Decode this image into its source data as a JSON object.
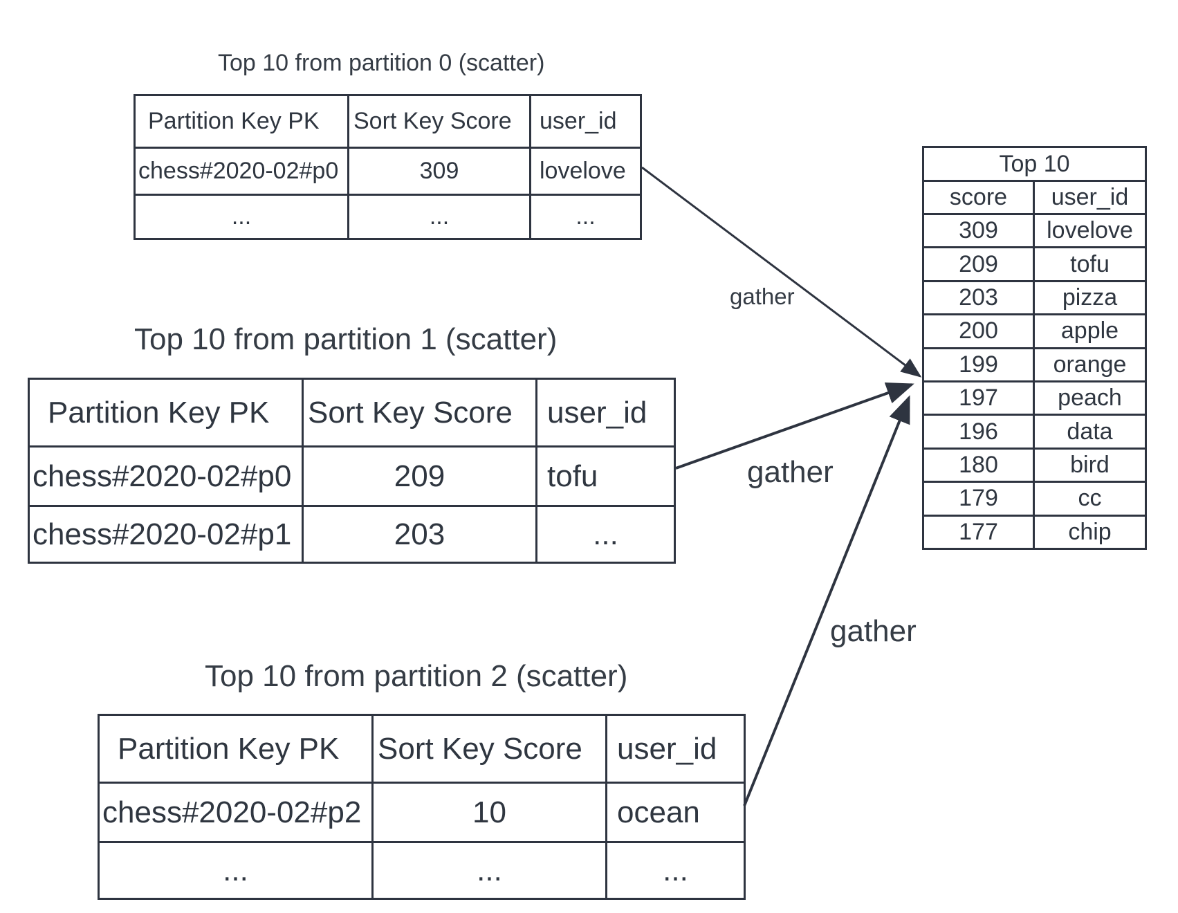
{
  "partitions": [
    {
      "title": "Top 10 from partition 0 (scatter)",
      "headers": [
        "Partition Key PK",
        "Sort Key Score",
        "user_id"
      ],
      "rows": [
        [
          "chess#2020-02#p0",
          "309",
          "lovelove"
        ],
        [
          "...",
          "...",
          "..."
        ]
      ]
    },
    {
      "title": "Top 10 from partition 1 (scatter)",
      "headers": [
        "Partition Key PK",
        "Sort Key Score",
        "user_id"
      ],
      "rows": [
        [
          "chess#2020-02#p0",
          "209",
          "tofu"
        ],
        [
          "chess#2020-02#p1",
          "203",
          "..."
        ]
      ]
    },
    {
      "title": "Top 10 from partition 2 (scatter)",
      "headers": [
        "Partition Key PK",
        "Sort Key Score",
        "user_id"
      ],
      "rows": [
        [
          "chess#2020-02#p2",
          "10",
          "ocean"
        ],
        [
          "...",
          "...",
          "..."
        ]
      ]
    }
  ],
  "result": {
    "title": "Top 10",
    "headers": [
      "score",
      "user_id"
    ],
    "rows": [
      [
        "309",
        "lovelove"
      ],
      [
        "209",
        "tofu"
      ],
      [
        "203",
        "pizza"
      ],
      [
        "200",
        "apple"
      ],
      [
        "199",
        "orange"
      ],
      [
        "197",
        "peach"
      ],
      [
        "196",
        "data"
      ],
      [
        "180",
        "bird"
      ],
      [
        "179",
        "cc"
      ],
      [
        "177",
        "chip"
      ]
    ]
  },
  "arrows": [
    {
      "label": "gather"
    },
    {
      "label": "gather"
    },
    {
      "label": "gather"
    }
  ],
  "colors": {
    "line": "#2e3440",
    "text": "#353c45"
  }
}
